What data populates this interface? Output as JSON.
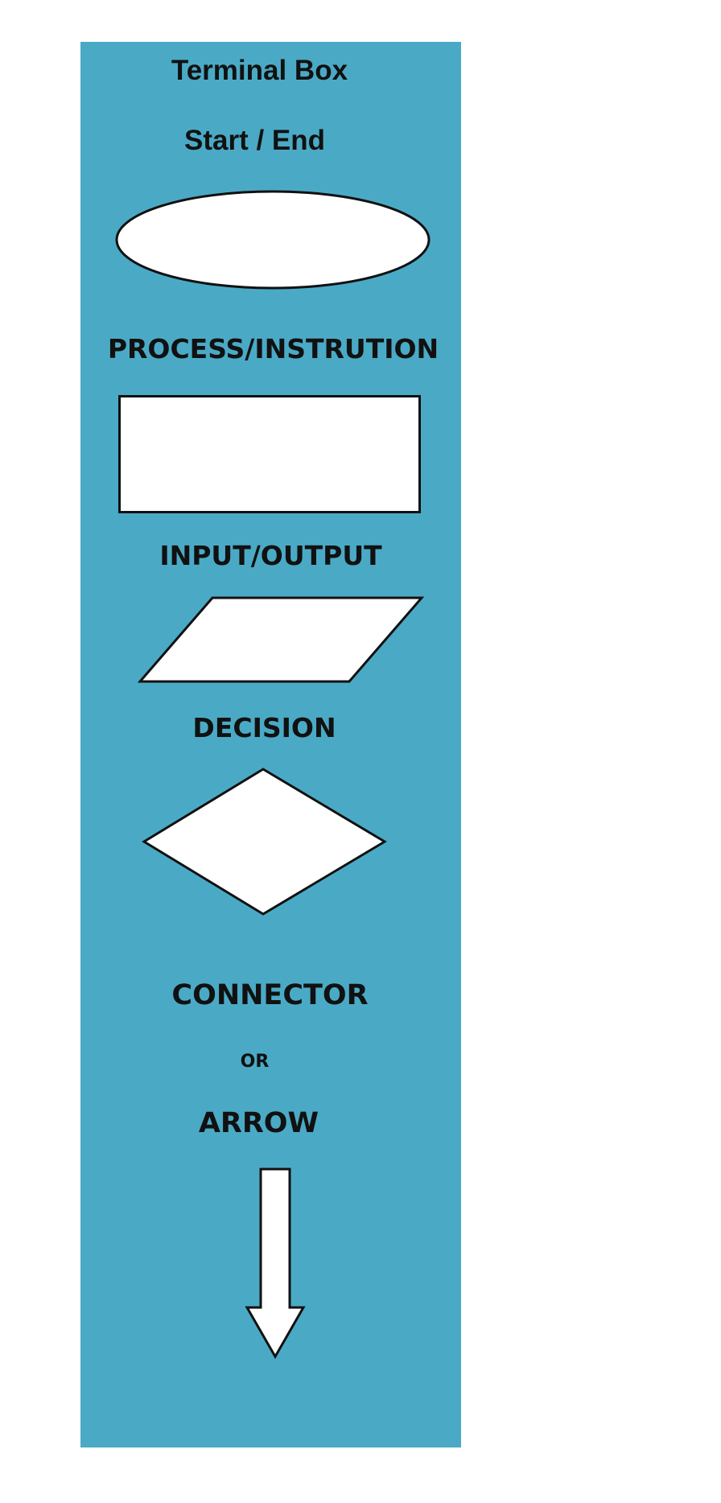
{
  "diagram": {
    "title": "Terminal Box",
    "terminal_label": "Start / End",
    "process_label": "PROCESS/INSTRUTION",
    "io_label": "INPUT/OUTPUT",
    "decision_label": "DECISION",
    "connector_label": "CONNECTOR",
    "or_label": "OR",
    "arrow_label": "ARROW"
  },
  "colors": {
    "panel_background": "#4aaac6",
    "shape_fill": "#ffffff",
    "shape_stroke": "#111111",
    "text": "#111111"
  }
}
